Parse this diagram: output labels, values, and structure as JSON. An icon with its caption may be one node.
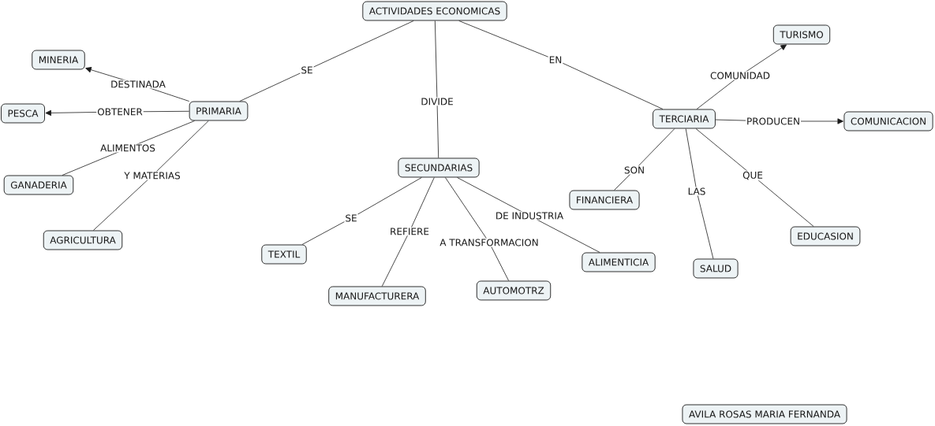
{
  "diagram": {
    "nodes": [
      {
        "text": [
          "ACTIVIDADES ECONOMICAS"
        ]
      },
      {
        "text": [
          "TURISMO"
        ]
      },
      {
        "text": [
          "MINERIA"
        ]
      },
      {
        "text": [
          "PRIMARIA"
        ]
      },
      {
        "text": [
          "PESCA"
        ]
      },
      {
        "text": [
          "TERCIARIA"
        ]
      },
      {
        "text": [
          "COMUNICACION"
        ]
      },
      {
        "text": [
          "SECUNDARIAS"
        ]
      },
      {
        "text": [
          "GANADERIA"
        ]
      },
      {
        "text": [
          "FINANCIERA"
        ]
      },
      {
        "text": [
          "EDUCASION"
        ]
      },
      {
        "text": [
          "AGRICULTURA"
        ]
      },
      {
        "text": [
          "TEXTIL"
        ]
      },
      {
        "text": [
          "ALIMENTICIA"
        ]
      },
      {
        "text": [
          "SALUD"
        ]
      },
      {
        "text": [
          "AUTOMOTRZ"
        ]
      },
      {
        "text": [
          "MANUFACTURERA"
        ]
      },
      {
        "text": [
          "AVILA ROSAS MARIA FERNANDA"
        ]
      }
    ],
    "edges": [
      {
        "from": 0,
        "to": 3,
        "arrow": "none",
        "label": "SE"
      },
      {
        "from": 0,
        "to": 7,
        "arrow": "none",
        "label": "DIVIDE"
      },
      {
        "from": 0,
        "to": 5,
        "arrow": "none",
        "label": "EN"
      },
      {
        "from": 3,
        "to": 2,
        "arrow": "to",
        "label": "DESTINADA"
      },
      {
        "from": 3,
        "to": 4,
        "arrow": "to",
        "label": "OBTENER"
      },
      {
        "from": 3,
        "to": 8,
        "arrow": "none",
        "label": "ALIMENTOS"
      },
      {
        "from": 3,
        "to": 11,
        "arrow": "none",
        "label": "Y MATERIAS"
      },
      {
        "from": 7,
        "to": 12,
        "arrow": "none",
        "label": "SE"
      },
      {
        "from": 7,
        "to": 16,
        "arrow": "none",
        "label": "REFIERE"
      },
      {
        "from": 7,
        "to": 15,
        "arrow": "none",
        "label": "A TRANSFORMACION"
      },
      {
        "from": 7,
        "to": 13,
        "arrow": "none",
        "label": "DE INDUSTRIA"
      },
      {
        "from": 5,
        "to": 1,
        "arrow": "to",
        "label": "COMUNIDAD"
      },
      {
        "from": 5,
        "to": 6,
        "arrow": "to",
        "label": "PRODUCEN"
      },
      {
        "from": 5,
        "to": 9,
        "arrow": "none",
        "label": "SON"
      },
      {
        "from": 5,
        "to": 14,
        "arrow": "none",
        "label": "LAS"
      },
      {
        "from": 5,
        "to": 10,
        "arrow": "none",
        "label": "QUE"
      }
    ]
  }
}
